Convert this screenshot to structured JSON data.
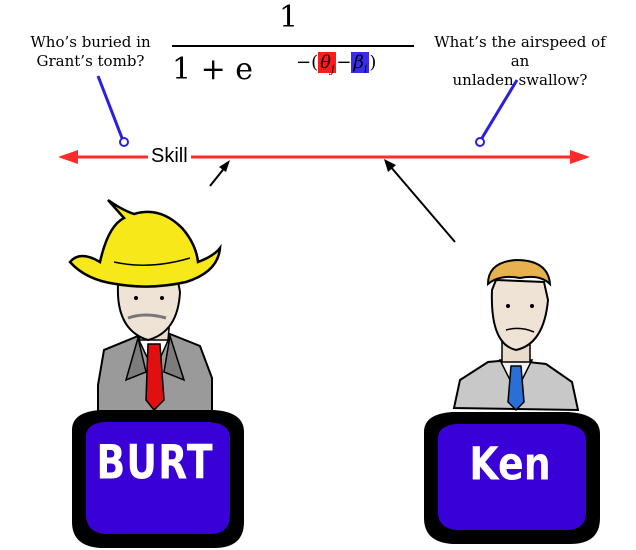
{
  "questions": {
    "left_line1": "Who’s buried in",
    "left_line2": "Grant’s tomb?",
    "right_line1": "What’s the airspeed of an",
    "right_line2": "unladen swallow?"
  },
  "formula": {
    "numerator": "1",
    "denominator_prefix": "1 + e",
    "exponent_open": "−(",
    "theta": "θ",
    "theta_sub": "j",
    "minus": "−",
    "beta": "β",
    "beta_sub": "i",
    "exponent_close": ")"
  },
  "axis": {
    "label": "Skill",
    "color": "#ff2a2a"
  },
  "contestants": [
    {
      "name": "BURT",
      "podium_color": "#3a00d8"
    },
    {
      "name": "Ken",
      "podium_color": "#3a00d8"
    }
  ],
  "colors": {
    "theta_highlight": "#ff1a1a",
    "beta_highlight": "#3a2bf0",
    "question_pointer": "#2a1fe0",
    "hat": "#f7e81a"
  }
}
